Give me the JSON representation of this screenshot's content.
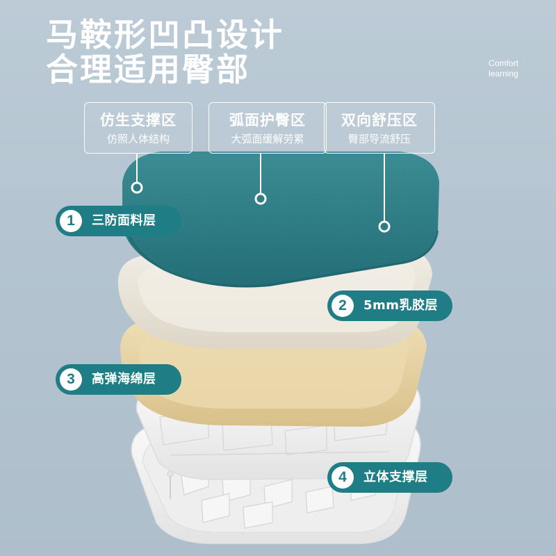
{
  "title": {
    "line1": "马鞍形凹凸设计",
    "line2": "合理适用臀部"
  },
  "tagline": {
    "line1": "Comfort",
    "line2": "learning"
  },
  "features": [
    {
      "title": "仿生支撑区",
      "subtitle": "仿照人体结构"
    },
    {
      "title": "弧面护臀区",
      "subtitle": "大弧面缓解劳累"
    },
    {
      "title": "双向舒压区",
      "subtitle": "臀部导流舒压"
    }
  ],
  "layers": [
    {
      "number": "1",
      "label": "三防面料层"
    },
    {
      "number": "2",
      "label": "5mm乳胶层"
    },
    {
      "number": "3",
      "label": "高弹海绵层"
    },
    {
      "number": "4",
      "label": "立体支撑层"
    }
  ],
  "colors": {
    "background": "#b7c7d2",
    "accent_teal": "#1f7d86",
    "fabric_teal": "#2f7e86",
    "latex_cream": "#ece6da",
    "foam_yellow": "#e9d6a8",
    "support_white": "#f3f3f3"
  }
}
